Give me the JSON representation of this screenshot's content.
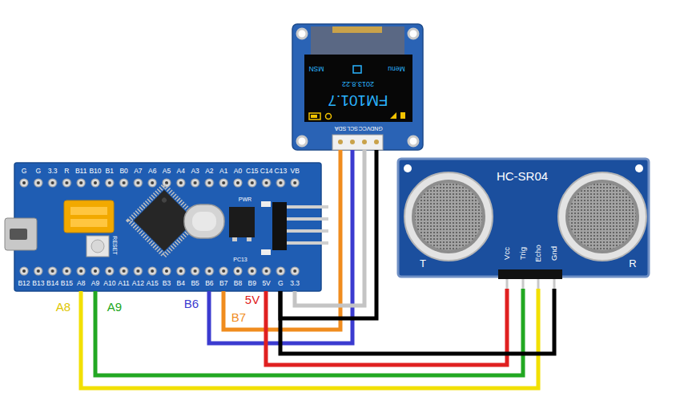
{
  "diagram": {
    "nodes": [
      {
        "text": [
          "SDA",
          "SCL",
          "VCC",
          "GND"
        ]
      },
      {
        "text": [
          "MSN",
          "Menu",
          "2013.8.22",
          "FM101.7"
        ],
        "in": 0
      },
      {
        "text": [
          "G",
          "G",
          "3.3",
          "R",
          "B11",
          "B10",
          "B1",
          "B0",
          "A7",
          "A6",
          "A5",
          "A4",
          "A3",
          "A2",
          "A1",
          "A0",
          "C15",
          "C14",
          "C13",
          "VB",
          "B12",
          "B13",
          "B14",
          "B15",
          "A8",
          "A9",
          "A10",
          "A11",
          "A12",
          "A15",
          "B3",
          "B4",
          "B5",
          "B6",
          "B7",
          "B8",
          "B9",
          "5V",
          "G",
          "3.3",
          "RESET",
          "PWR",
          "PC13"
        ]
      },
      {
        "text": [
          "HC-SR04",
          "T",
          "R",
          "Vcc",
          "Trig",
          "Echo",
          "Gnd"
        ]
      }
    ],
    "edges": [
      {
        "from": 2,
        "to": 0,
        "arrow": "none"
      },
      {
        "from": 2,
        "to": 0,
        "arrow": "none"
      },
      {
        "from": 2,
        "to": 0,
        "arrow": "none"
      },
      {
        "from": 2,
        "to": 0,
        "arrow": "none"
      },
      {
        "from": 2,
        "to": 3,
        "arrow": "none"
      },
      {
        "from": 2,
        "to": 3,
        "arrow": "none"
      },
      {
        "from": 2,
        "to": 3,
        "arrow": "none"
      },
      {
        "from": 2,
        "to": 3,
        "arrow": "none"
      }
    ],
    "labels": [
      "A8",
      "A9",
      "B6",
      "B7",
      "5V"
    ]
  }
}
